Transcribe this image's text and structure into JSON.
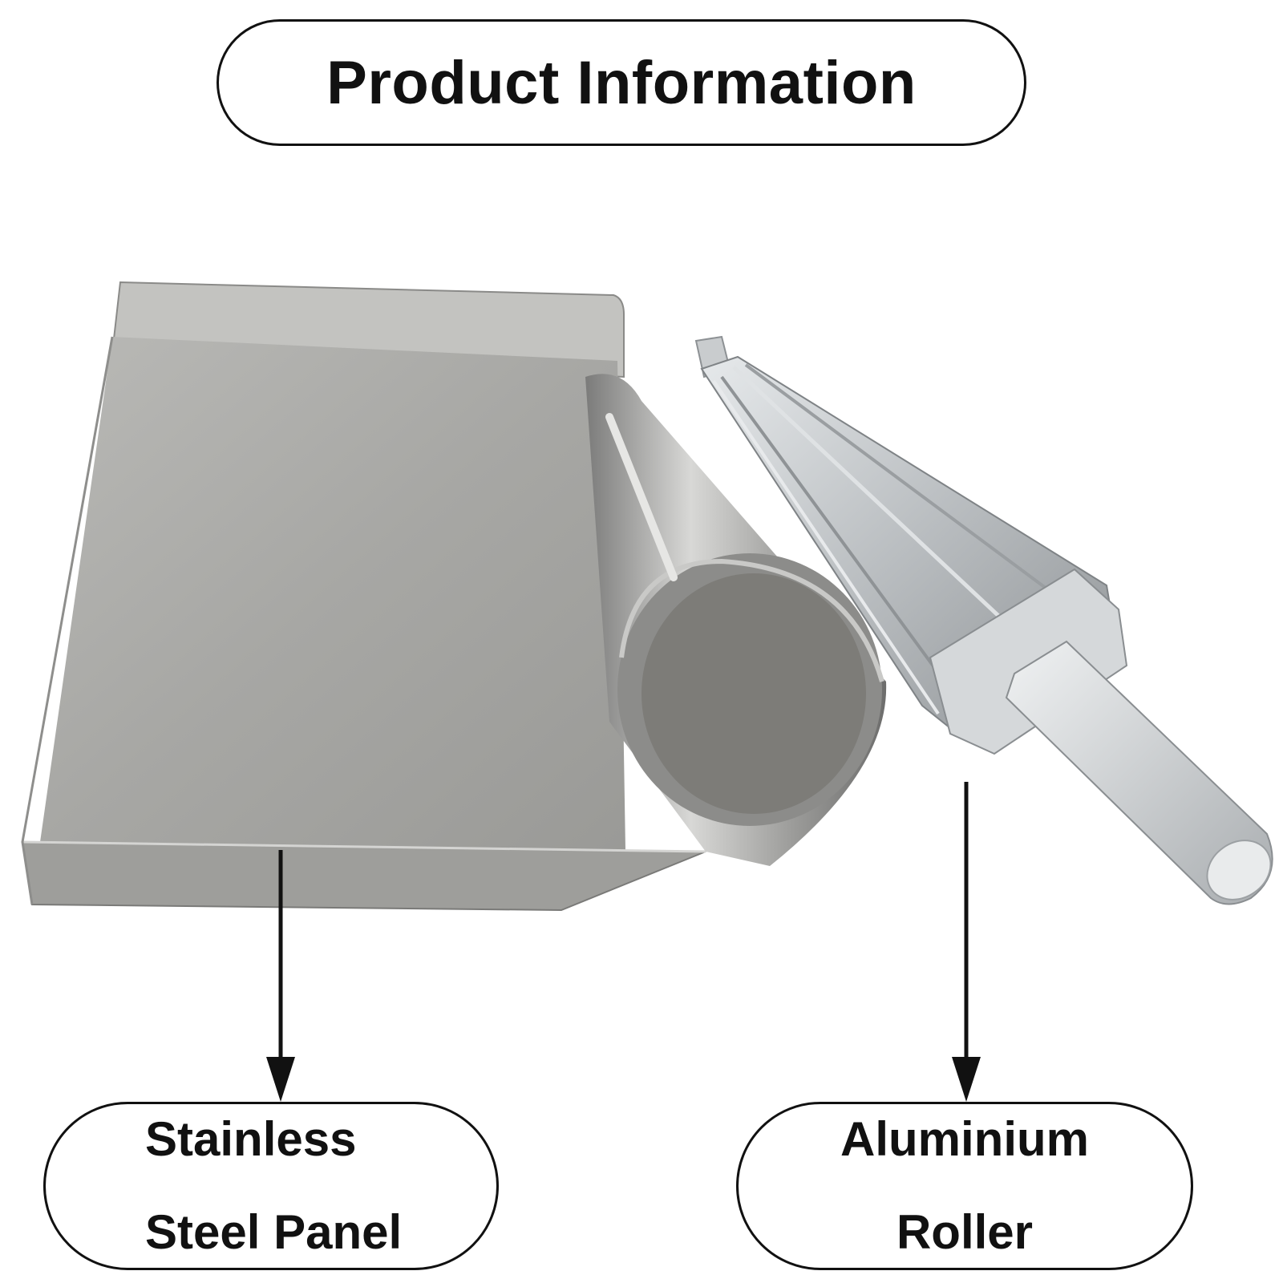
{
  "header": {
    "title": "Product Information"
  },
  "labels": {
    "left": {
      "line1": "Stainless",
      "line2": "Steel Panel"
    },
    "right": {
      "line1": "Aluminium",
      "line2": "Roller"
    }
  },
  "colors": {
    "ink": "#111111",
    "steel": "#a3a3a1",
    "aluminium": "#c8cccf"
  }
}
